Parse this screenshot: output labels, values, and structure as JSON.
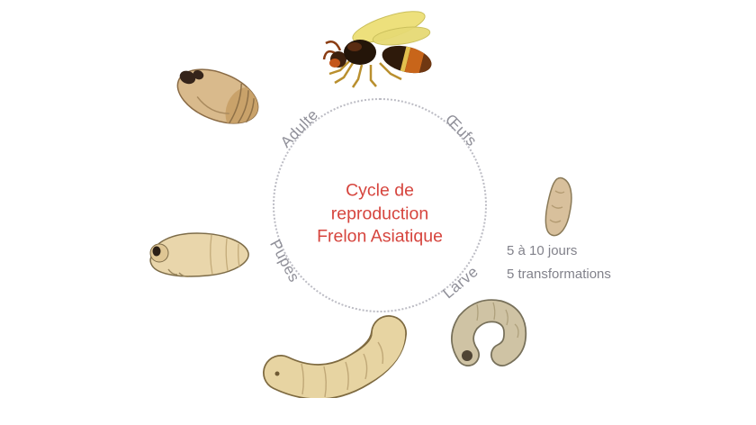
{
  "diagram": {
    "title": {
      "lines": [
        "Cycle de",
        "reproduction",
        "Frelon Asiatique"
      ]
    },
    "stages": [
      {
        "id": "adulte",
        "label": "Adulte"
      },
      {
        "id": "oeufs",
        "label": "Œufs"
      },
      {
        "id": "larve",
        "label": "Larve"
      },
      {
        "id": "pupes",
        "label": "Pupes"
      }
    ],
    "notes": {
      "duration": "5 à 10 jours",
      "transformations": "5 transformations"
    },
    "illustrations": {
      "top": "adult-hornet-illustration",
      "top_left": "emerging-pupa-illustration",
      "right": "egg-illustration",
      "left": "pupa-illustration",
      "bottom_center": "large-larva-illustration",
      "bottom_right": "curled-larva-illustration"
    },
    "colors": {
      "title_red": "#d6453e",
      "label_gray": "#8f8f98",
      "note_gray": "#82828b",
      "circle_gray": "#bcbcc4",
      "larva_cream": "#e7d4a2",
      "pupa_tan": "#d9ba8c",
      "hornet_orange": "#c8651a",
      "wing_yellow": "#ede07c"
    }
  }
}
